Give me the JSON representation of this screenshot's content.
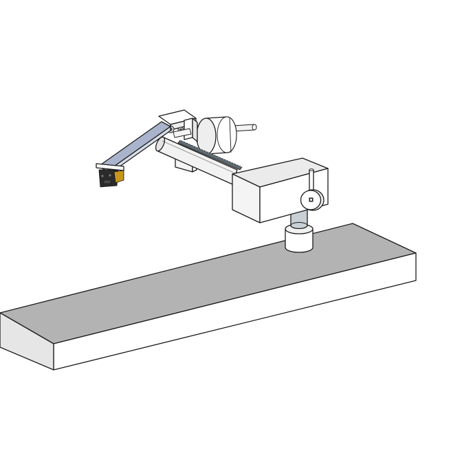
{
  "scene": {
    "description_visible_text": "",
    "colors": {
      "background": "#ffffff",
      "platform_top": "#b3b3b3",
      "platform_side": "#ffffff",
      "housing_top": "#ebebeb",
      "housing_front": "#f4f4f4",
      "housing_side": "#ffffff",
      "column_metal": "#c8d0d6",
      "arm_blue_gray": "#a9b4cc",
      "cartridge_dark": "#2b2b2b",
      "cartridge_accent": "#c8961e",
      "outline": "#1a1a1a"
    },
    "components": [
      "platform",
      "column-collar",
      "column-post",
      "pivot-housing",
      "tilt-lever",
      "dial-knob",
      "main-tube",
      "linear-rail",
      "counterweight",
      "counterweight-shaft",
      "headshell-bracket",
      "tone-arm",
      "cartridge"
    ]
  }
}
